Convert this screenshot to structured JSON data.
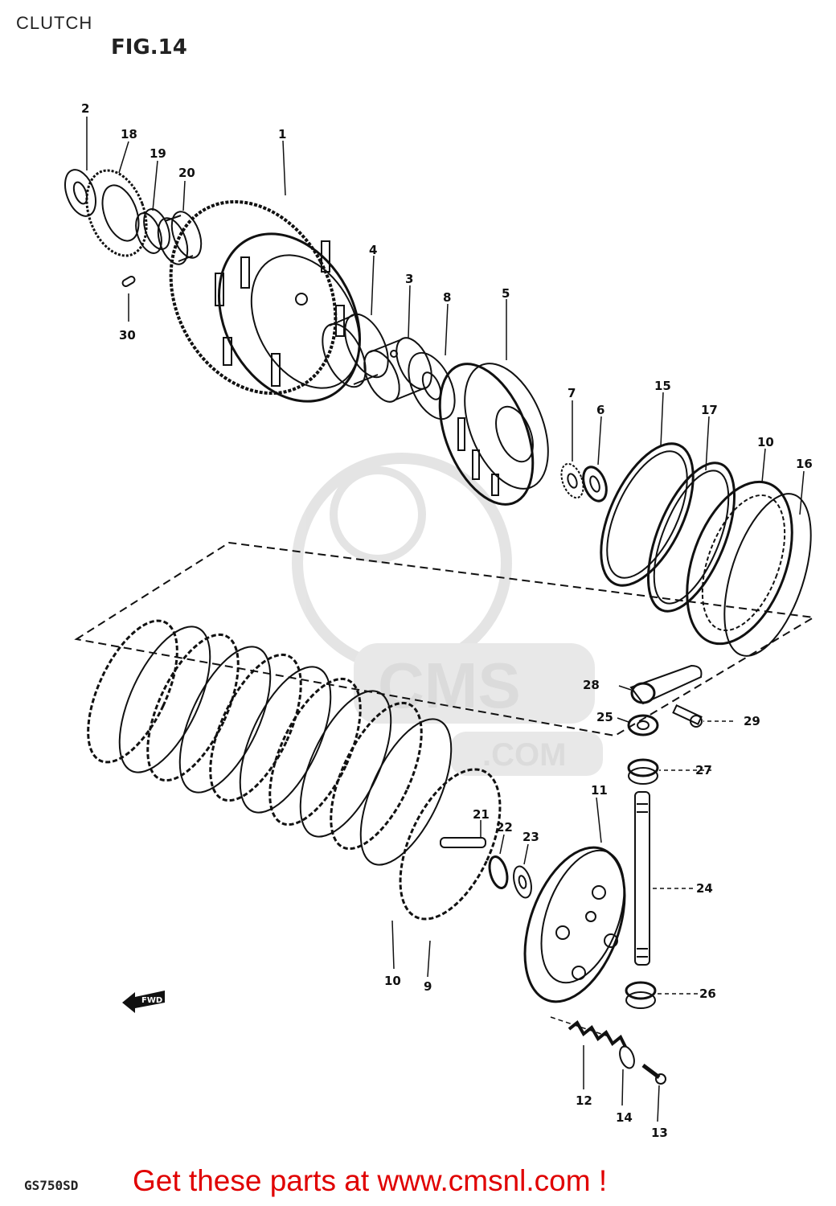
{
  "header": {
    "section_title": "CLUTCH",
    "figure_label": "FIG.14"
  },
  "footer": {
    "model_code": "GS750SD",
    "call_to_action": "Get these parts at www.cmsnl.com !"
  },
  "watermark": {
    "text": "CMS",
    "subtext": ".COM"
  },
  "direction_marker": {
    "text": "FWD"
  },
  "callouts": {
    "c1": "1",
    "c2": "2",
    "c3": "3",
    "c4": "4",
    "c5": "5",
    "c6": "6",
    "c7": "7",
    "c8": "8",
    "c9": "9",
    "c10a": "10",
    "c10b": "10",
    "c11": "11",
    "c12": "12",
    "c13": "13",
    "c14": "14",
    "c15": "15",
    "c16": "16",
    "c17": "17",
    "c18": "18",
    "c19": "19",
    "c20": "20",
    "c21": "21",
    "c22": "22",
    "c23": "23",
    "c24": "24",
    "c25": "25",
    "c26": "26",
    "c27": "27",
    "c28": "28",
    "c29": "29",
    "c30": "30"
  }
}
